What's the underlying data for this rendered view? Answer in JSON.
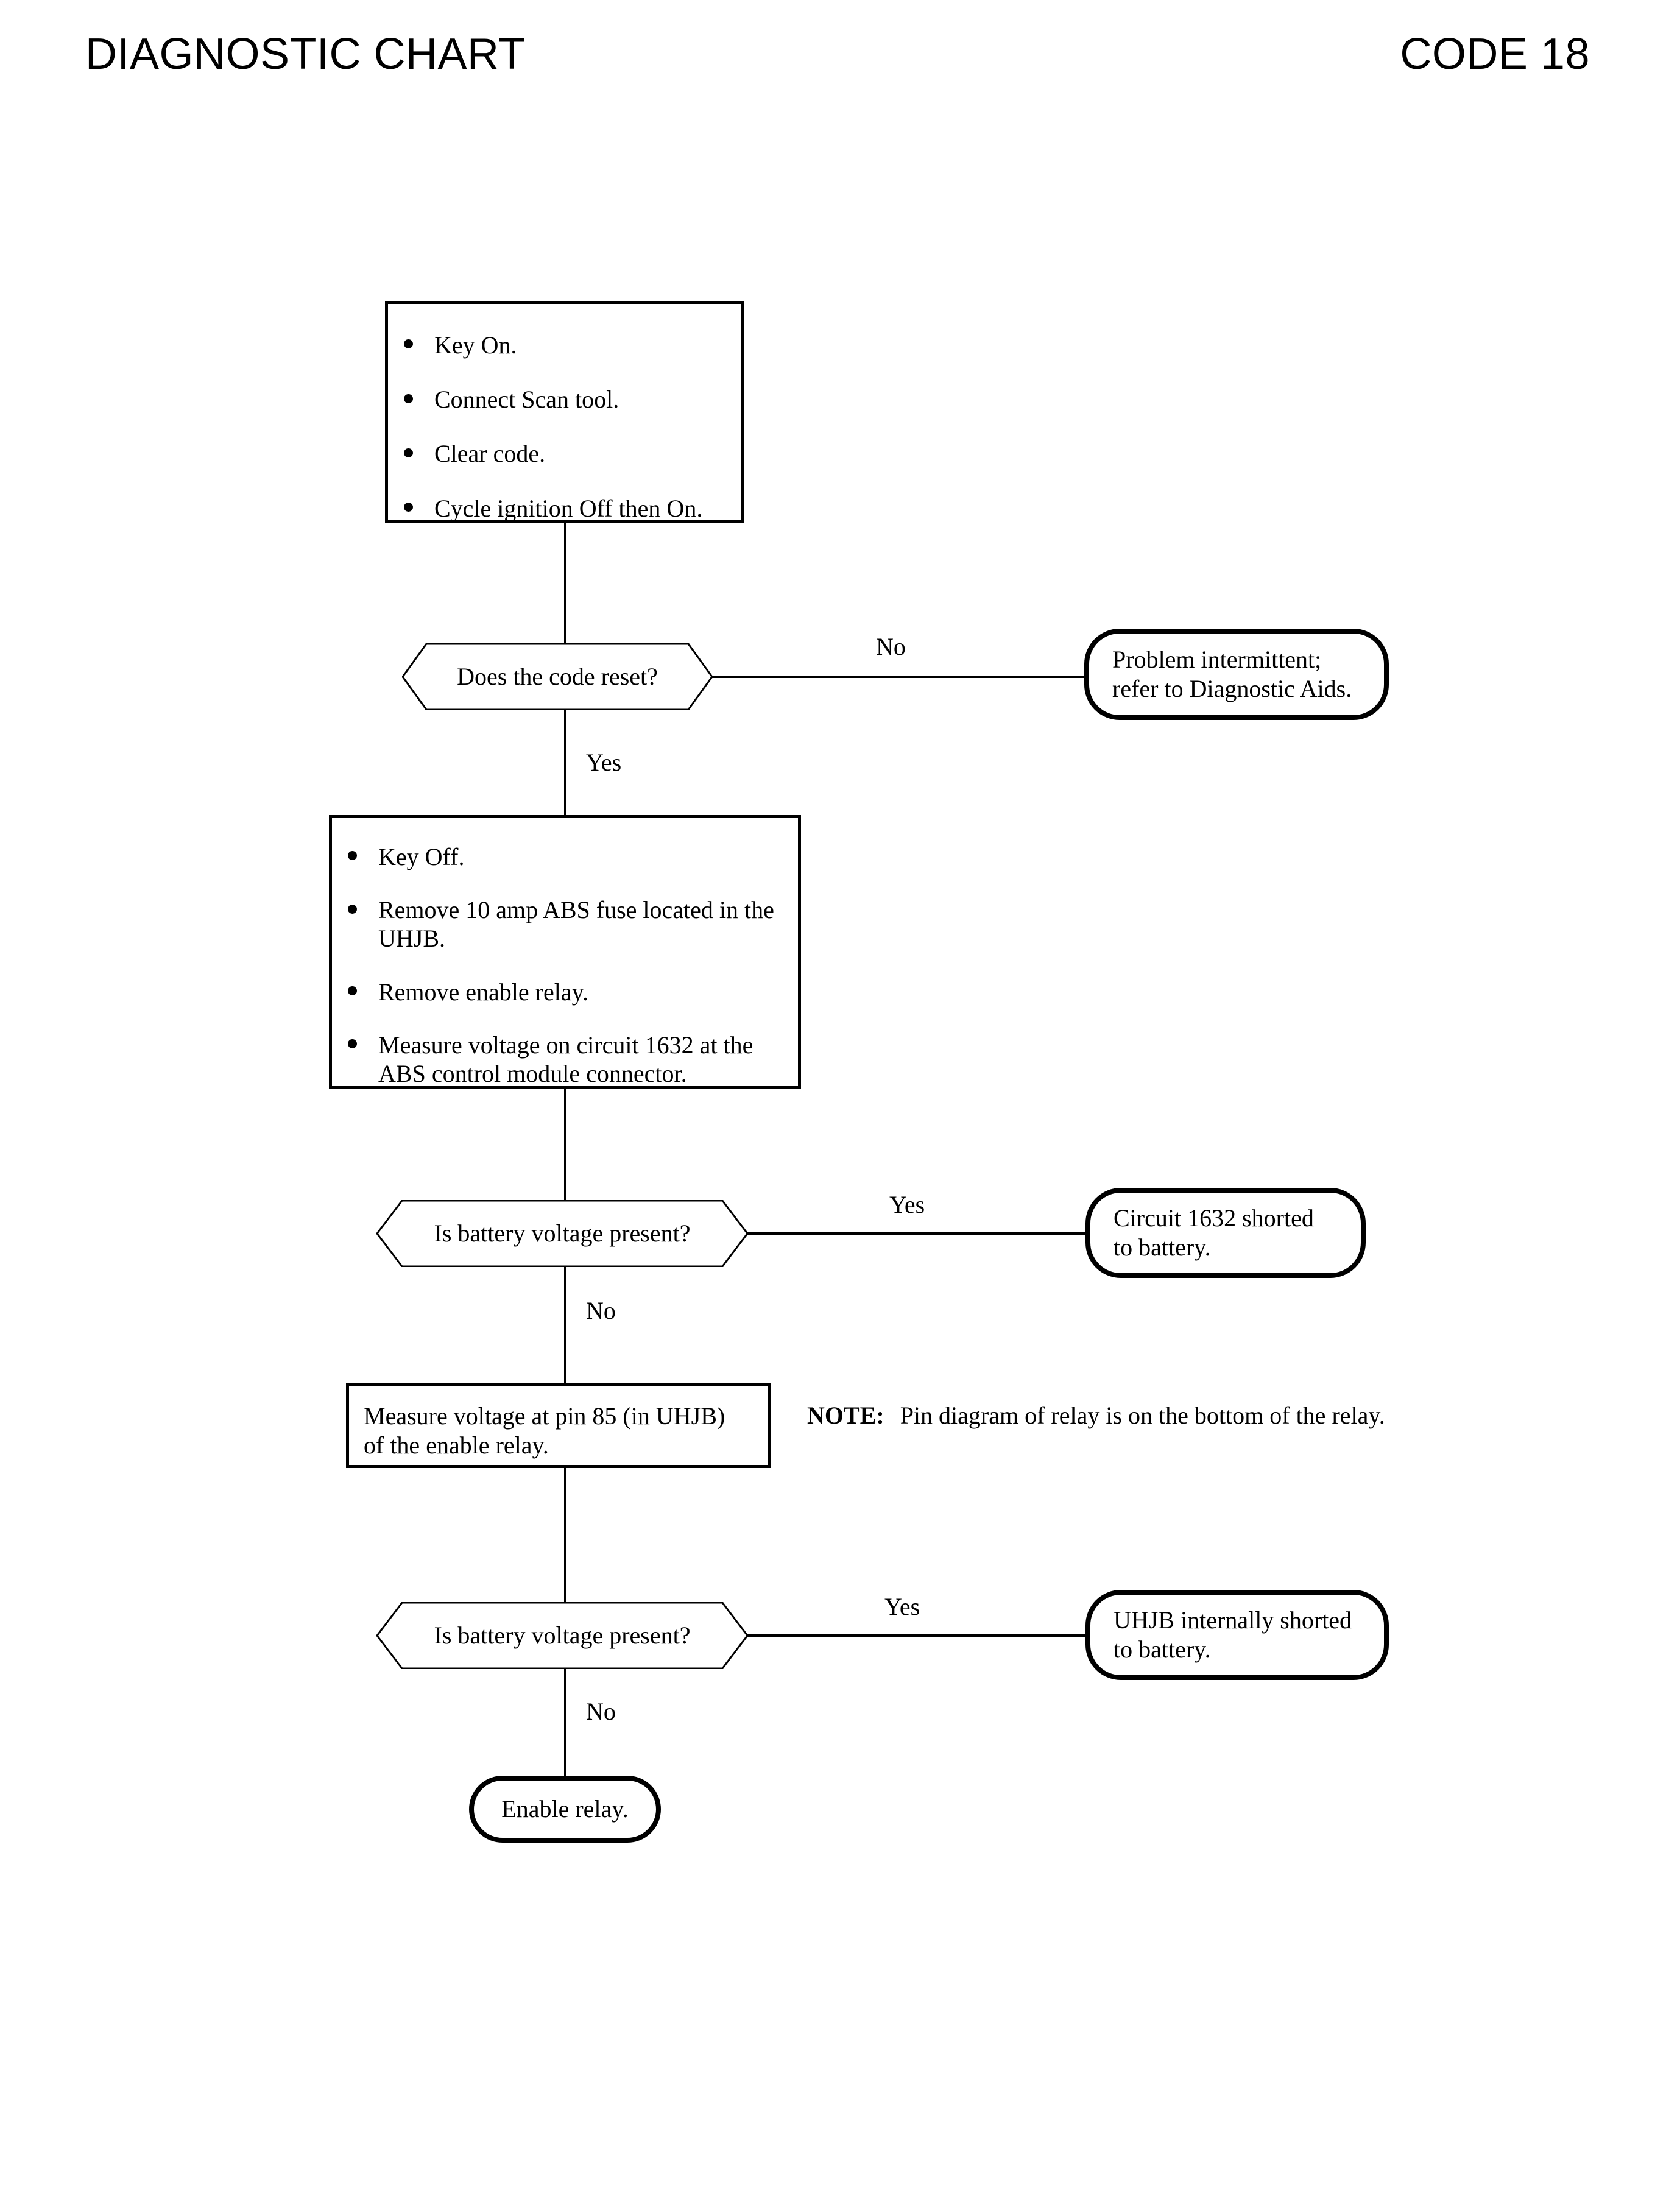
{
  "header": {
    "title": "DIAGNOSTIC CHART",
    "code": "CODE 18"
  },
  "flow": {
    "step1": {
      "type": "process",
      "items": [
        "Key On.",
        "Connect Scan tool.",
        "Clear code.",
        "Cycle ignition Off then On."
      ]
    },
    "decision1": {
      "type": "decision",
      "text": "Does the code reset?",
      "yes_label": "Yes",
      "no_label": "No"
    },
    "terminal1": {
      "type": "terminal",
      "line1": "Problem intermittent;",
      "line2": "refer to Diagnostic Aids."
    },
    "step2": {
      "type": "process",
      "items": [
        "Key Off.",
        "Remove 10 amp ABS fuse located in the UHJB.",
        "Remove enable relay.",
        "Measure voltage on circuit 1632 at the ABS control module connector."
      ]
    },
    "decision2": {
      "type": "decision",
      "text": "Is battery voltage present?",
      "yes_label": "Yes",
      "no_label": "No"
    },
    "terminal2": {
      "type": "terminal",
      "line1": "Circuit 1632 shorted",
      "line2": "to battery."
    },
    "step3": {
      "type": "process",
      "line1": "Measure voltage at pin 85 (in UHJB)",
      "line2": "of the enable relay."
    },
    "note": {
      "label": "NOTE:",
      "text": "Pin diagram of relay is on the bottom of the relay."
    },
    "decision3": {
      "type": "decision",
      "text": "Is battery voltage present?",
      "yes_label": "Yes",
      "no_label": "No"
    },
    "terminal3": {
      "type": "terminal",
      "line1": "UHJB internally shorted",
      "line2": "to battery."
    },
    "terminal4": {
      "type": "terminal",
      "text": "Enable relay."
    }
  },
  "style": {
    "ink": "#000000",
    "paper": "#ffffff"
  }
}
